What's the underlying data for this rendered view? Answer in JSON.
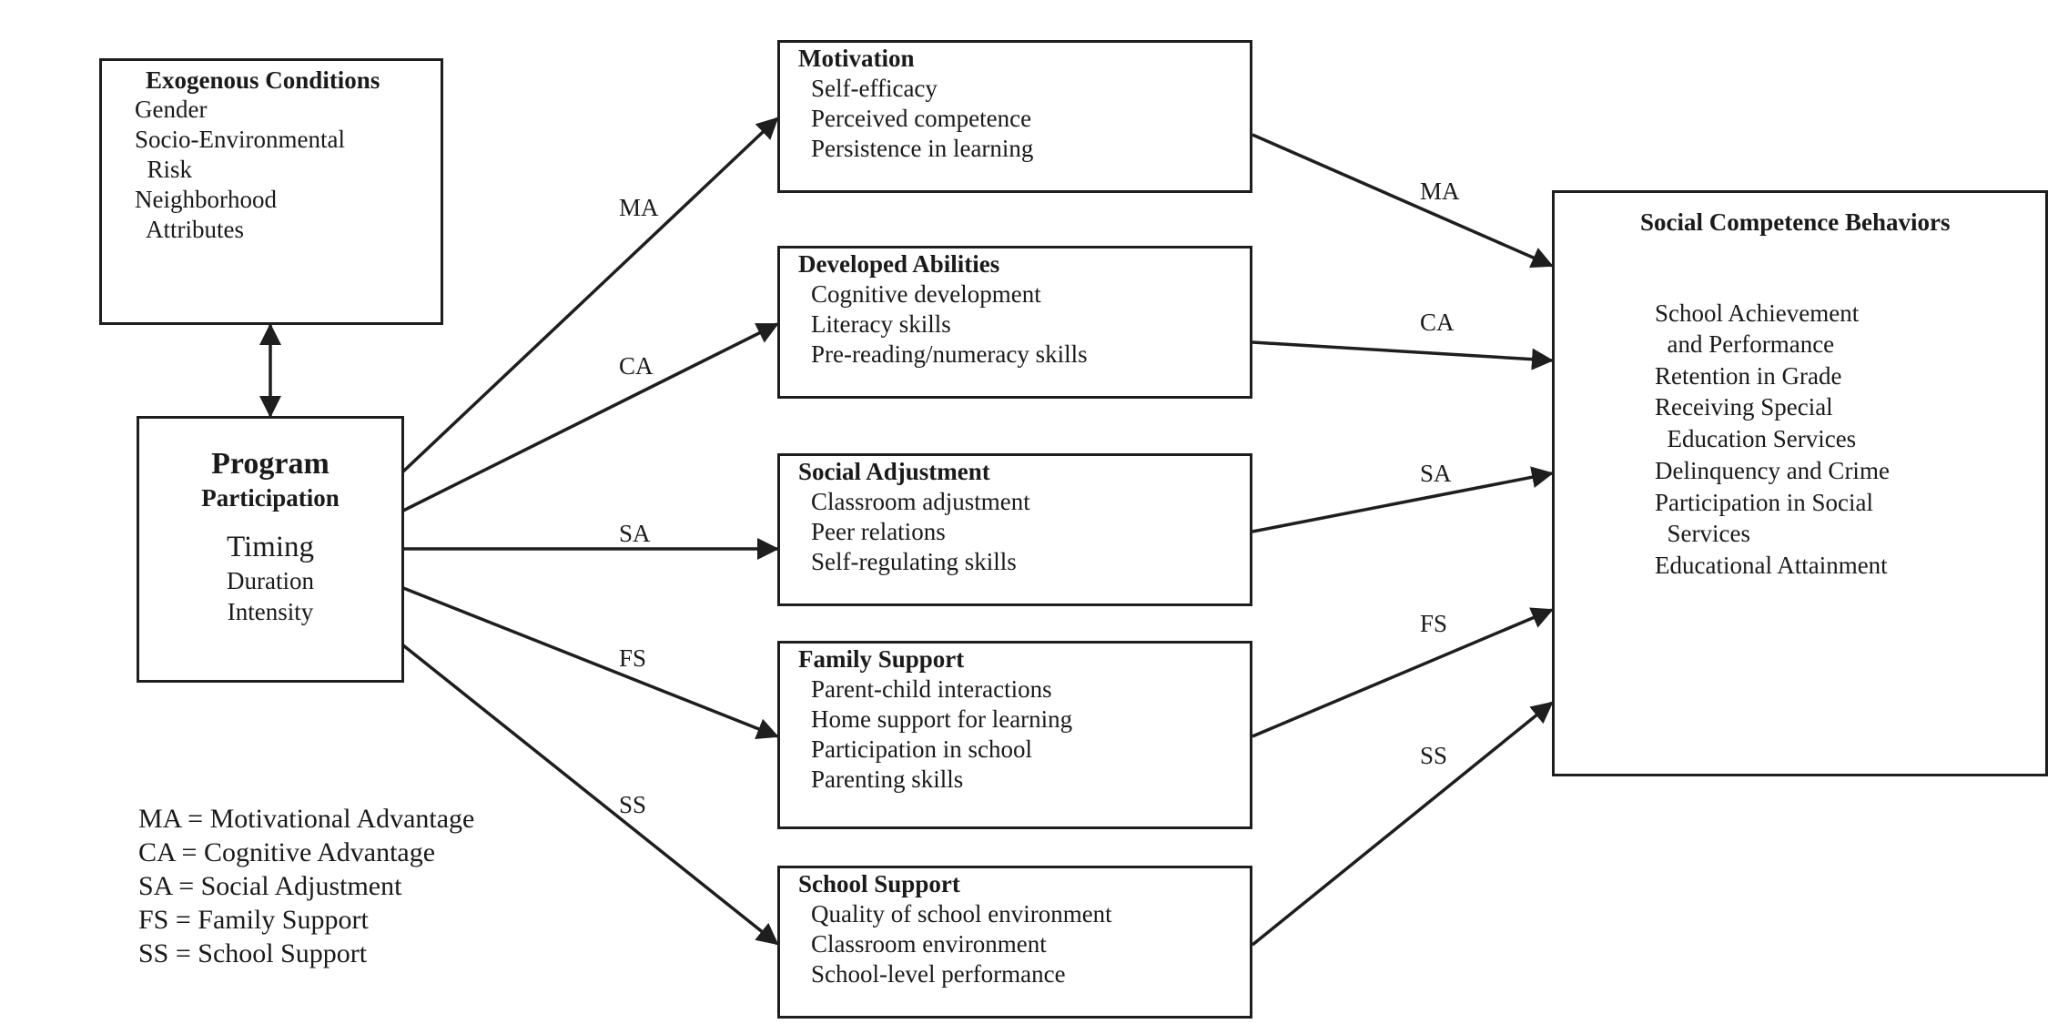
{
  "exogenous": {
    "title": "Exogenous Conditions",
    "items": [
      "Gender",
      "Socio-Environmental",
      "  Risk",
      "Neighborhood",
      "  Attributes"
    ]
  },
  "program": {
    "title": "Program",
    "subtitle": "Participation",
    "timing": "Timing",
    "duration": "Duration",
    "intensity": "Intensity"
  },
  "mediators": [
    {
      "title": "Motivation",
      "items": [
        "Self-efficacy",
        "Perceived competence",
        "Persistence in learning"
      ]
    },
    {
      "title": "Developed Abilities",
      "items": [
        "Cognitive development",
        "Literacy skills",
        "Pre-reading/numeracy skills"
      ]
    },
    {
      "title": "Social Adjustment",
      "items": [
        "Classroom adjustment",
        "Peer relations",
        "Self-regulating skills"
      ]
    },
    {
      "title": "Family Support",
      "items": [
        "Parent-child interactions",
        "Home support for learning",
        "Participation in school",
        "Parenting skills"
      ]
    },
    {
      "title": "School Support",
      "items": [
        "Quality of school environment",
        "Classroom environment",
        "School-level performance"
      ]
    }
  ],
  "outcomes": {
    "title": "Social Competence Behaviors",
    "items": [
      "School Achievement",
      "  and Performance",
      "Retention in Grade",
      "Receiving Special",
      "  Education Services",
      "Delinquency and Crime",
      "Participation in Social",
      "  Services",
      "Educational Attainment"
    ]
  },
  "path_labels": {
    "in": [
      "MA",
      "CA",
      "SA",
      "FS",
      "SS"
    ],
    "out": [
      "MA",
      "CA",
      "SA",
      "FS",
      "SS"
    ]
  },
  "legend": [
    "MA = Motivational Advantage",
    "CA = Cognitive Advantage",
    "SA = Social Adjustment",
    "FS = Family Support",
    "SS = School Support"
  ]
}
